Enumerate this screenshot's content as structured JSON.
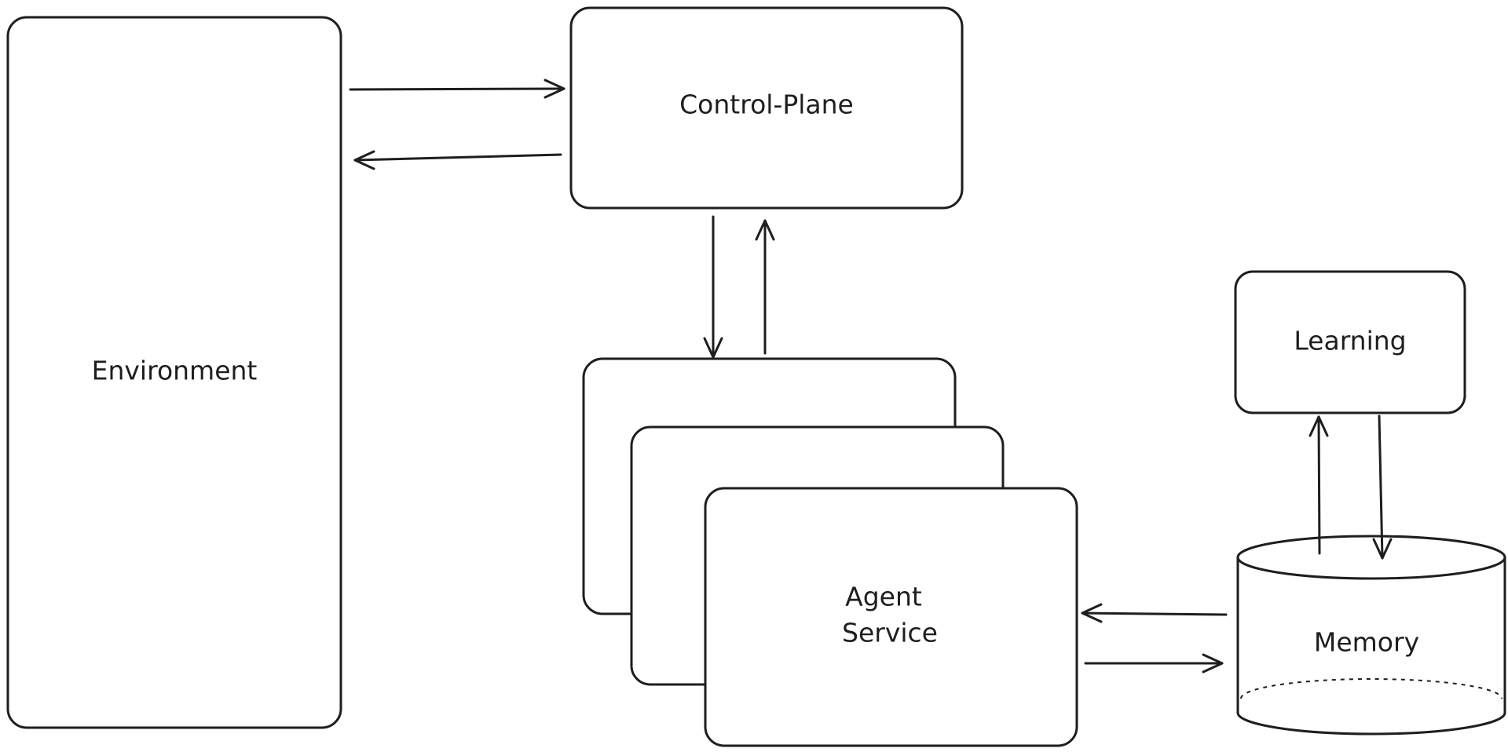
{
  "nodes": {
    "environment": {
      "label": "Environment"
    },
    "control_plane": {
      "label": "Control-Plane"
    },
    "agent_service": {
      "label_line1": "Agent",
      "label_line2": "Service"
    },
    "learning": {
      "label": "Learning"
    },
    "memory": {
      "label": "Memory"
    }
  },
  "colors": {
    "stroke": "#1e1e1e",
    "fill": "#ffffff"
  }
}
